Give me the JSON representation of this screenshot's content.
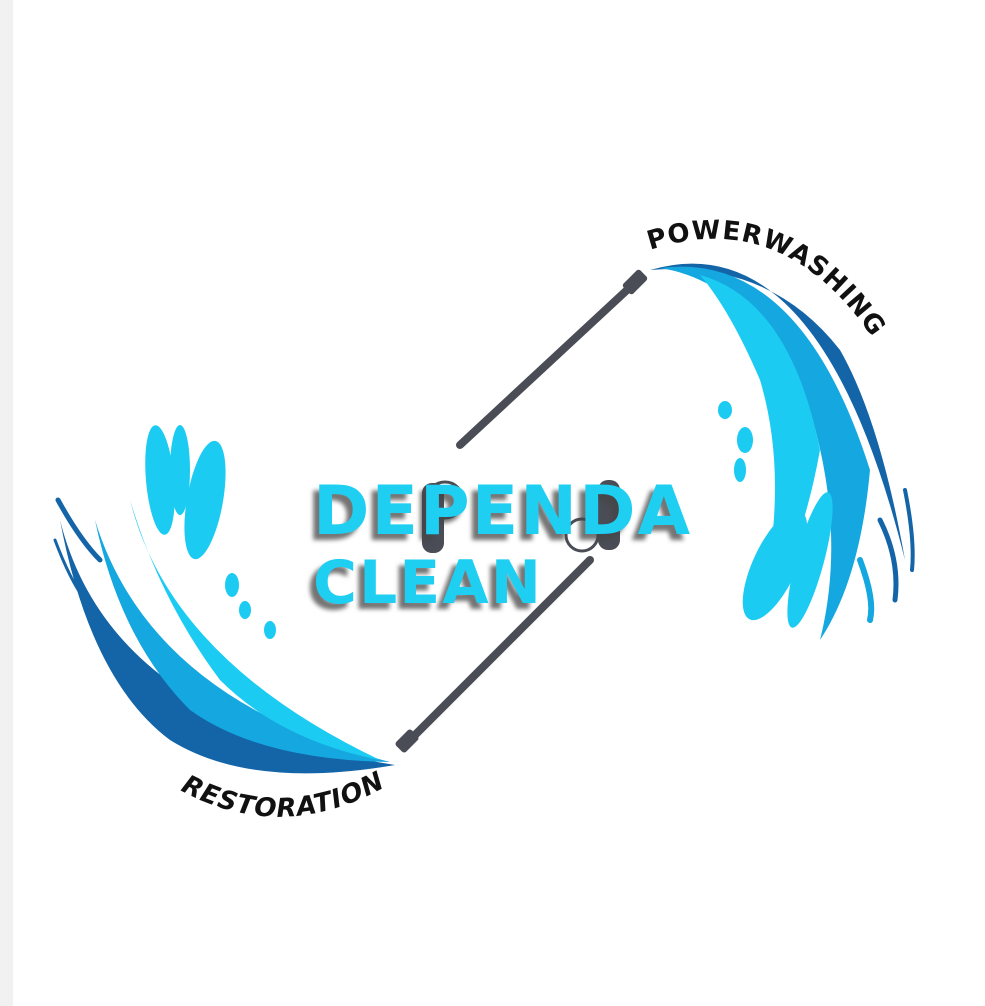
{
  "logo": {
    "brand_line1": "DEPENDA",
    "brand_line2": "CLEAN",
    "arc_top": "POWERWASHING",
    "arc_bottom": "RESTORATION"
  },
  "colors": {
    "brand_text": "#1ecff2",
    "splash_light": "#1ccbf2",
    "splash_mid": "#15a8e0",
    "splash_dark": "#1465a8",
    "wand": "#4a4d55",
    "arc_text": "#111111",
    "background": "#ffffff",
    "left_strip": "#f1f1f1"
  }
}
